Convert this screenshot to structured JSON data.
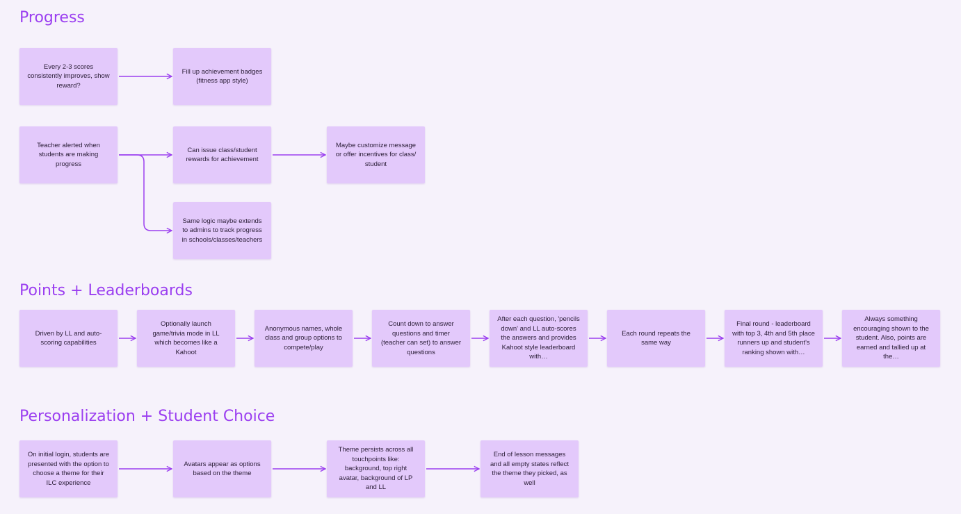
{
  "sections": [
    {
      "id": "progress",
      "title": "Progress"
    },
    {
      "id": "points",
      "title": "Points + Leaderboards"
    },
    {
      "id": "personalization",
      "title": "Personalization + Student Choice"
    }
  ],
  "nodes": {
    "p1": "Every 2-3 scores consistently improves, show reward?",
    "p2": "Fill up achievement badges (fitness app style)",
    "p3": "Teacher alerted when students are making progress",
    "p4": "Can issue class/student rewards for achievement",
    "p5": "Maybe customize message or offer incentives for class/ student",
    "p6": "Same logic maybe extends to admins to track progress in schools/classes/teachers",
    "l1": "Driven by LL and auto-scoring capabilities",
    "l2": "Optionally launch game/trivia mode in LL which becomes like a Kahoot",
    "l3": "Anonymous names, whole class and group options to compete/play",
    "l4": "Count down to answer questions and timer (teacher can set) to answer questions",
    "l5": "After each question, 'pencils down' and LL auto-scores the answers and provides Kahoot style leaderboard with…",
    "l6": "Each round repeats the same way",
    "l7": "Final round - leaderboard with top 3, 4th and 5th place runners up and student's ranking shown with…",
    "l8": "Always something encouraging shown to the student. Also, points are earned and tallied up at the…",
    "s1": "On initial login, students are presented with the option to choose a theme for their ILC experience",
    "s2": "Avatars appear as options based on the theme",
    "s3": "Theme persists across all touchpoints like: background, top right avatar, background of LP and LL",
    "s4": "End of lesson messages and all empty states reflect the theme they picked, as well"
  },
  "edges": [
    [
      "p1",
      "p2"
    ],
    [
      "p3",
      "p4"
    ],
    [
      "p4",
      "p5"
    ],
    [
      "p3",
      "p6"
    ],
    [
      "l1",
      "l2"
    ],
    [
      "l2",
      "l3"
    ],
    [
      "l3",
      "l4"
    ],
    [
      "l4",
      "l5"
    ],
    [
      "l5",
      "l6"
    ],
    [
      "l6",
      "l7"
    ],
    [
      "l7",
      "l8"
    ],
    [
      "s1",
      "s2"
    ],
    [
      "s2",
      "s3"
    ],
    [
      "s3",
      "s4"
    ]
  ],
  "colors": {
    "accent": "#9b3ff0",
    "node_fill": "#e3c9fb",
    "background": "#f6f2fb"
  }
}
